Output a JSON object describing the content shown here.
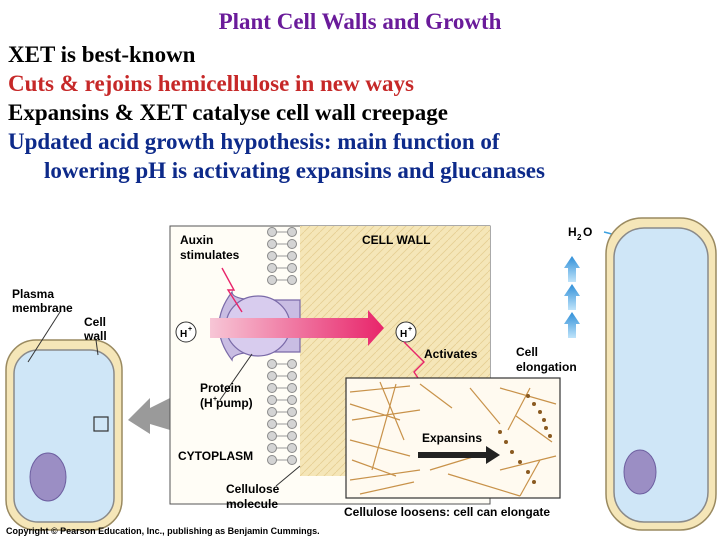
{
  "slide": {
    "title": "Plant Cell Walls and Growth",
    "bullets": [
      {
        "text": "XET is best-known",
        "color": "#000000"
      },
      {
        "text": "Cuts & rejoins hemicellulose in new ways",
        "color": "#c62828"
      },
      {
        "text": "Expansins & XET catalyse cell wall creepage",
        "color": "#000000"
      },
      {
        "text": "Updated acid growth hypothesis: main function of",
        "color": "#0d2a8a"
      },
      {
        "text": "lowering pH is activating expansins and glucanases",
        "color": "#0d2a8a"
      }
    ]
  },
  "figure": {
    "labels": {
      "plasma_membrane_1": "Plasma",
      "plasma_membrane_2": "membrane",
      "cell_wall_1": "Cell",
      "cell_wall_2": "wall",
      "auxin_1": "Auxin",
      "auxin_2": "stimulates",
      "cell_wall_header": "CELL WALL",
      "h_plus": "H",
      "plus": "+",
      "activates": "Activates",
      "protein_1": "Protein",
      "protein_2": "(H  pump)",
      "cytoplasm": "CYTOPLASM",
      "cellulose_1": "Cellulose",
      "cellulose_2": "molecule",
      "expansins": "Expansins",
      "loosens": "Cellulose loosens: cell can elongate",
      "elongation_1": "Cell",
      "elongation_2": "elongation",
      "h2o_h": "H",
      "h2o_2": "2",
      "h2o_o": "O",
      "copyright": "Copyright © Pearson Education, Inc., publishing as Benjamin Cummings."
    },
    "colors": {
      "cell_wall_fill": "#f5e6b8",
      "vacuole": "#cfe6f7",
      "nucleus": "#9b8ec4",
      "membrane": "#8a8a8a",
      "pump": "#c9bde3",
      "proton_arrow": "#e8246a",
      "growth_arrows": "#3aa0e0",
      "fibrils": "#c8924a"
    }
  }
}
